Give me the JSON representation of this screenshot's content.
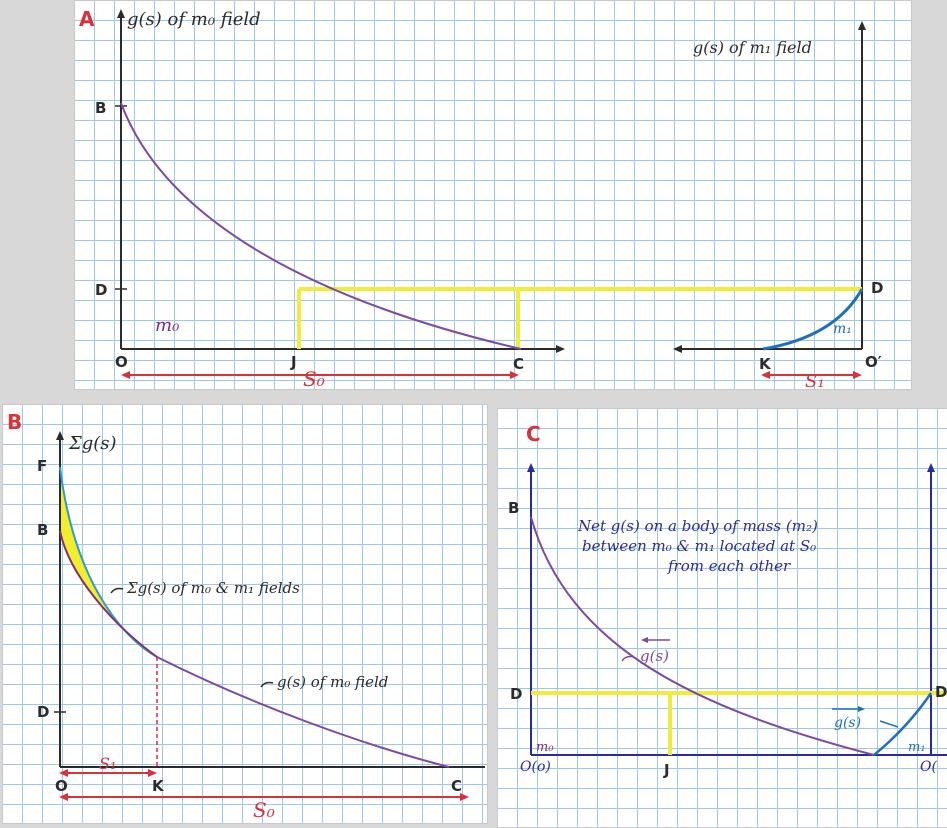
{
  "panel_a": {
    "panel_label": "A",
    "left_axis_title": "g(s) of m₀ field",
    "right_axis_title": "g(s) of m₁ field",
    "label_b": "B",
    "label_d_left": "D",
    "label_d_right": "D",
    "label_o": "O",
    "label_j": "J",
    "label_c": "C",
    "label_k": "K",
    "label_o_prime": "O′",
    "mass_m0": "m₀",
    "mass_m1": "m₁",
    "dist_s0": "S₀",
    "dist_s1": "S₁"
  },
  "panel_b": {
    "panel_label": "B",
    "axis_title": "Σg(s)",
    "label_f": "F",
    "label_b": "B",
    "label_d": "D",
    "label_o": "O",
    "label_k": "K",
    "label_c": "C",
    "sum_curve_label": "Σg(s) of m₀ & m₁ fields",
    "m0_curve_label": "g(s) of m₀ field",
    "dist_s1": "S₁",
    "dist_s0": "S₀"
  },
  "panel_c": {
    "panel_label": "C",
    "label_b": "B",
    "label_d_left": "D",
    "label_d_right": "D",
    "label_o": "O(o)",
    "label_o_right": "O(",
    "label_j": "J",
    "mass_m0": "m₀",
    "mass_m1": "m₁",
    "vec_left": "g(s)",
    "vec_right": "g(s)",
    "note_line1": "Net g(s) on a body of mass (m₂)",
    "note_line2": "between m₀ & m₁ located at S₀",
    "note_line3": "from each other"
  },
  "colors": {
    "axis": "#2b2b2b",
    "m0_curve": "#7a4aa8",
    "m1_curve": "#1f6fc0",
    "sum_curve": "#2a9ad6",
    "level_line": "#eded3a",
    "fill_region": "#f2ee2e",
    "distance_arrow": "#d8323a",
    "panel_label": "#d8323a",
    "text_blue": "#2a2aa0"
  }
}
